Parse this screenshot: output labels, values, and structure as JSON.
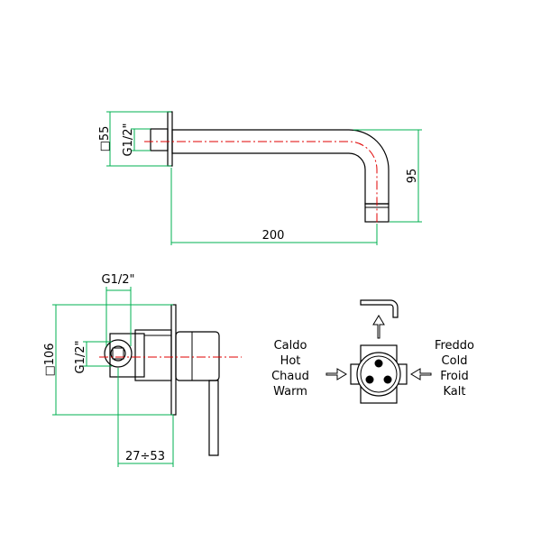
{
  "colors": {
    "dimension": "#00b050",
    "centerline": "#e00000",
    "outline": "#000000"
  },
  "spout": {
    "thread_label": "G1/2\"",
    "flange_label": "□55",
    "length_label": "200",
    "height_label": "95"
  },
  "valve": {
    "inlet_top_label": "G1/2\"",
    "inlet_side_label": "G1/2\"",
    "plate_label": "□106",
    "depth_label": "27÷53"
  },
  "schematic": {
    "hot_labels": [
      "Caldo",
      "Hot",
      "Chaud",
      "Warm"
    ],
    "cold_labels": [
      "Freddo",
      "Cold",
      "Froid",
      "Kalt"
    ],
    "outlet_icon": "spout-icon",
    "arrow_icon": "arrow-icon"
  }
}
